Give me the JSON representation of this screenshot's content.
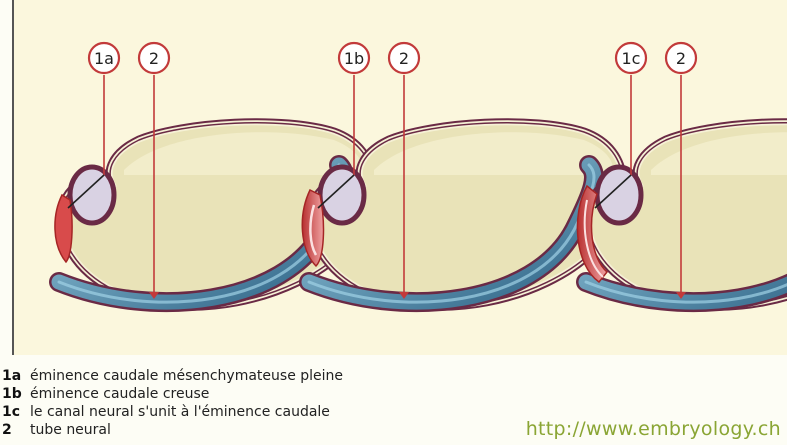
{
  "panels": [
    {
      "callout_label": "1a",
      "neural_label": "2",
      "variant": "solid"
    },
    {
      "callout_label": "1b",
      "neural_label": "2",
      "variant": "hollow"
    },
    {
      "callout_label": "1c",
      "neural_label": "2",
      "variant": "joined"
    }
  ],
  "legend": [
    {
      "key": "1a",
      "text": "éminence caudale mésenchymateuse pleine"
    },
    {
      "key": "1b",
      "text": "éminence caudale creuse"
    },
    {
      "key": "1c",
      "text": "le canal neural s'unit à l'éminence caudale"
    },
    {
      "key": "2",
      "text": "tube neural"
    }
  ],
  "credit": "http://www.embryology.ch",
  "colors": {
    "background": "#fbf7dd",
    "embryo_fill": "#e9e3b8",
    "outline": "#6a2a45",
    "neural_tube": "#2f6e90",
    "caudal_eminence": "#d84b4b",
    "callout_line": "#c23a3a",
    "credit": "#8aa534"
  }
}
